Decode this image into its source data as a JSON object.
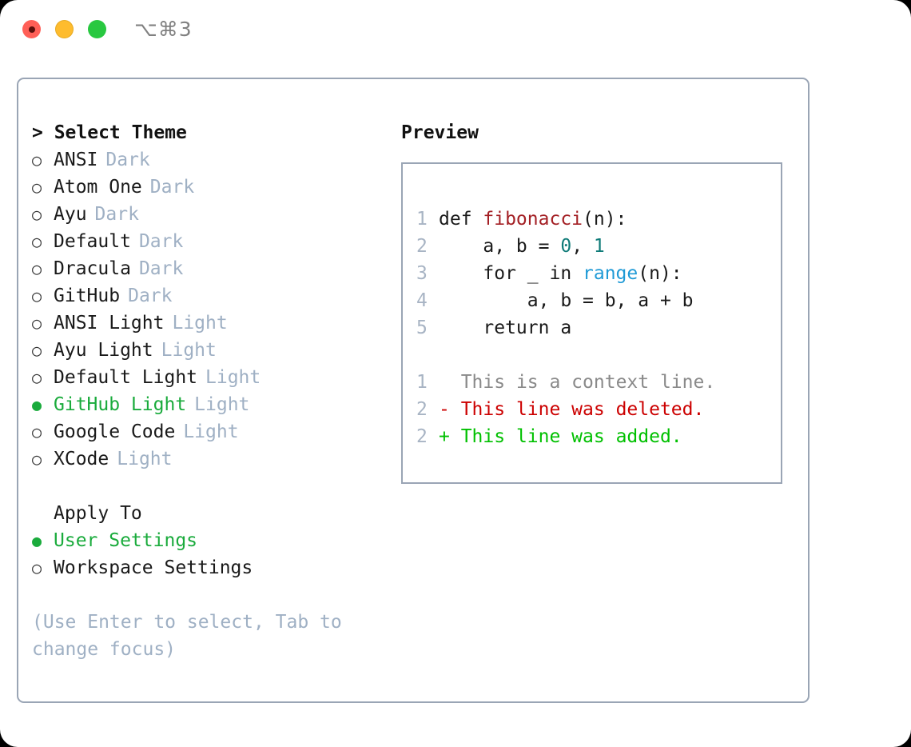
{
  "window": {
    "shortcut": "⌥⌘3",
    "traffic_lights": [
      {
        "name": "close",
        "color": "#ff5f57"
      },
      {
        "name": "minimize",
        "color": "#febc2e"
      },
      {
        "name": "maximize",
        "color": "#28c840"
      }
    ]
  },
  "theme_picker": {
    "title": "> Select Theme",
    "bullet_unselected": "○",
    "bullet_selected": "●",
    "items": [
      {
        "label": "ANSI",
        "category": "Dark",
        "selected": false
      },
      {
        "label": "Atom One",
        "category": "Dark",
        "selected": false
      },
      {
        "label": "Ayu",
        "category": "Dark",
        "selected": false
      },
      {
        "label": "Default",
        "category": "Dark",
        "selected": false
      },
      {
        "label": "Dracula",
        "category": "Dark",
        "selected": false
      },
      {
        "label": "GitHub",
        "category": "Dark",
        "selected": false
      },
      {
        "label": "ANSI Light",
        "category": "Light",
        "selected": false
      },
      {
        "label": "Ayu Light",
        "category": "Light",
        "selected": false
      },
      {
        "label": "Default Light",
        "category": "Light",
        "selected": false
      },
      {
        "label": "GitHub Light",
        "category": "Light",
        "selected": true
      },
      {
        "label": "Google Code",
        "category": "Light",
        "selected": false
      },
      {
        "label": "XCode",
        "category": "Light",
        "selected": false
      }
    ]
  },
  "apply_to": {
    "title": "Apply To",
    "items": [
      {
        "label": "User Settings",
        "selected": true
      },
      {
        "label": "Workspace Settings",
        "selected": false
      }
    ]
  },
  "hint": "(Use Enter to select, Tab to change focus)",
  "preview": {
    "title": "Preview",
    "code_lines": [
      {
        "num": "1",
        "tokens": [
          {
            "t": "def ",
            "c": "plain"
          },
          {
            "t": "fibonacci",
            "c": "fn"
          },
          {
            "t": "(n):",
            "c": "plain"
          }
        ]
      },
      {
        "num": "2",
        "tokens": [
          {
            "t": "    a, b = ",
            "c": "plain"
          },
          {
            "t": "0",
            "c": "num"
          },
          {
            "t": ", ",
            "c": "plain"
          },
          {
            "t": "1",
            "c": "num"
          }
        ]
      },
      {
        "num": "3",
        "tokens": [
          {
            "t": "    for _ in ",
            "c": "plain"
          },
          {
            "t": "range",
            "c": "call"
          },
          {
            "t": "(n):",
            "c": "plain"
          }
        ]
      },
      {
        "num": "4",
        "tokens": [
          {
            "t": "        a, b = b, a + b",
            "c": "plain"
          }
        ]
      },
      {
        "num": "5",
        "tokens": [
          {
            "t": "    return a",
            "c": "plain"
          }
        ]
      }
    ],
    "diff_lines": [
      {
        "num": "1",
        "marker": " ",
        "text": " This is a context line.",
        "kind": "ctx"
      },
      {
        "num": "2",
        "marker": "-",
        "text": " This line was deleted.",
        "kind": "del"
      },
      {
        "num": "2",
        "marker": "+",
        "text": " This line was added.",
        "kind": "add"
      }
    ]
  },
  "colors": {
    "border": "#9aa5b5",
    "muted": "#9fb0c4",
    "accent_green": "#1aab3c",
    "diff_add": "#00c000",
    "diff_del": "#cc0000",
    "syntax_function": "#a31f24",
    "syntax_number": "#0f7b78",
    "syntax_call": "#1f9ad6"
  }
}
